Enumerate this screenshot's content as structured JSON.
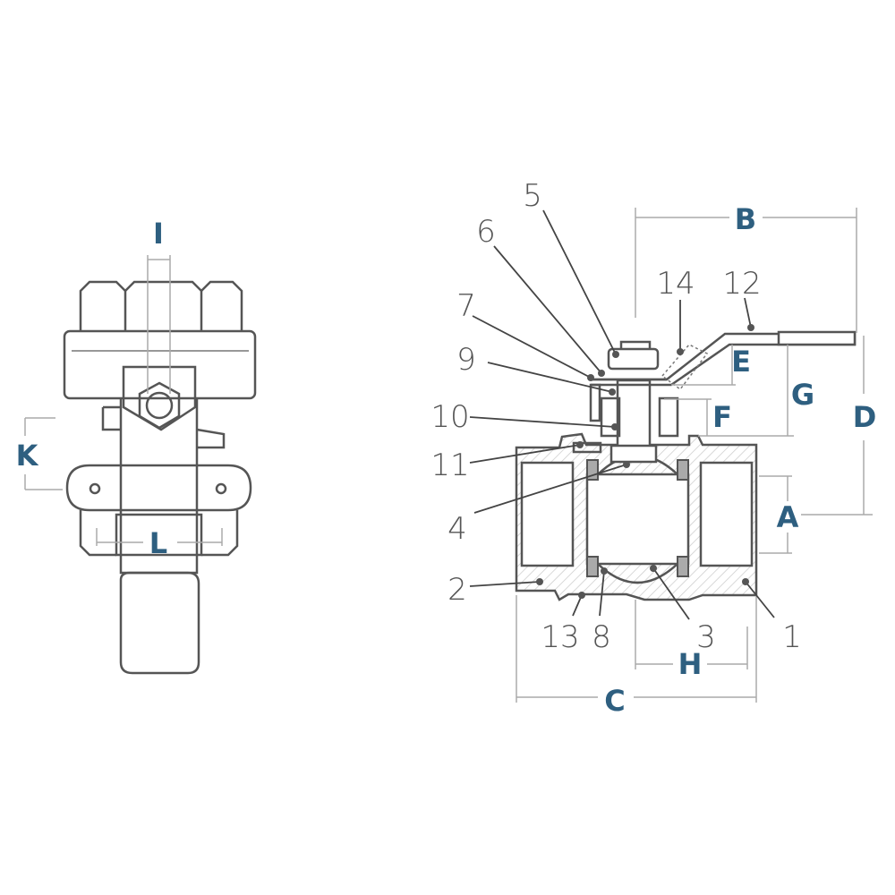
{
  "title": "Ball valve technical drawing",
  "colors": {
    "dimension_label": "#2e5f80",
    "part_number": "#555555",
    "outline": "#555555"
  },
  "part_numbers": [
    "1",
    "2",
    "3",
    "4",
    "5",
    "6",
    "7",
    "8",
    "9",
    "10",
    "11",
    "12",
    "13",
    "14"
  ],
  "dimensions": {
    "A": "A",
    "B": "B",
    "C": "C",
    "D": "D",
    "E": "E",
    "F": "F",
    "G": "G",
    "H": "H",
    "I": "I",
    "K": "K",
    "L": "L"
  }
}
